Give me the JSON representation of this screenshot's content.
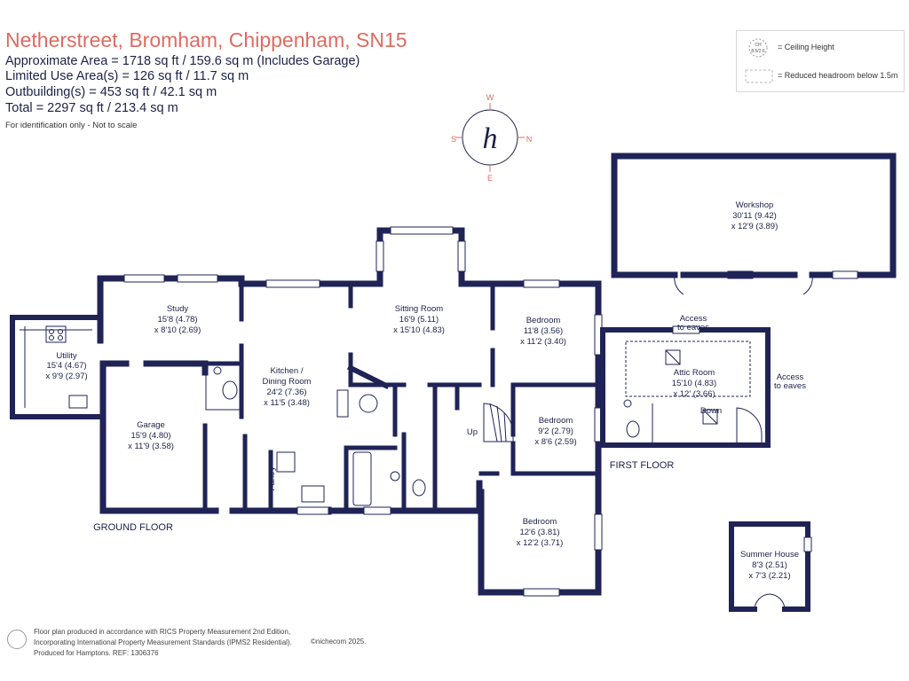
{
  "header": {
    "title": "Netherstreet, Bromham, Chippenham, SN15",
    "approx_area": "Approximate Area = 1718  sq ft / 159.6  sq m (Includes Garage)",
    "limited_use": "Limited Use Area(s) = 126  sq ft / 11.7  sq m",
    "outbuildings": "Outbuilding(s) = 453 sq ft / 42.1  sq m",
    "total": "Total = 2297 sq ft / 213.4 sq m",
    "identification": "For identification only - Not to scale"
  },
  "legend": {
    "ceiling_badge_line1": "CH",
    "ceiling_badge_line2": "8.5/2.6",
    "ceiling_label": "= Ceiling Height",
    "reduced_label": "= Reduced headroom below 1.5m"
  },
  "compass": {
    "n": "N",
    "e": "E",
    "s": "S",
    "w": "W",
    "logo": "h"
  },
  "floors": {
    "ground": "GROUND FLOOR",
    "first": "FIRST FLOOR"
  },
  "rooms": {
    "utility": {
      "name": "Utility",
      "dims1": "15'4 (4.67)",
      "dims2": "x 9'9 (2.97)"
    },
    "study": {
      "name": "Study",
      "dims1": "15'8 (4.78)",
      "dims2": "x 8'10 (2.69)"
    },
    "garage": {
      "name": "Garage",
      "dims1": "15'9 (4.80)",
      "dims2": "x 11'9 (3.58)"
    },
    "kitchen": {
      "name1": "Kitchen /",
      "name2": "Dining Room",
      "dims1": "24'2 (7.36)",
      "dims2": "x 11'5 (3.48)"
    },
    "pantry": {
      "name": "Pantry"
    },
    "sitting": {
      "name": "Sitting Room",
      "dims1": "16'9 (5.11)",
      "dims2": "x 15'10 (4.83)"
    },
    "bedroom1": {
      "name": "Bedroom",
      "dims1": "11'8 (3.56)",
      "dims2": "x 11'2 (3.40)"
    },
    "bedroom2": {
      "name": "Bedroom",
      "dims1": "9'2 (2.79)",
      "dims2": "x 8'6 (2.59)"
    },
    "bedroom3": {
      "name": "Bedroom",
      "dims1": "12'6 (3.81)",
      "dims2": "x 12'2 (3.71)"
    },
    "up": "Up",
    "workshop": {
      "name": "Workshop",
      "dims1": "30'11 (9.42)",
      "dims2": "x 12'9 (3.89)"
    },
    "attic": {
      "name": "Attic Room",
      "dims1": "15'10 (4.83)",
      "dims2": "x 12' (3.66)"
    },
    "down": "Down",
    "eaves_top1": "Access",
    "eaves_top2": "to eaves",
    "eaves_right1": "Access",
    "eaves_right2": "to eaves",
    "summer": {
      "name": "Summer House",
      "dims1": "8'3 (2.51)",
      "dims2": "x 7'3 (2.21)"
    }
  },
  "footer": {
    "line1": "Floor plan produced in accordance with RICS Property Measurement 2nd Edition,",
    "line2": "Incorporating International Property Measurement Standards (IPMS2 Residential).",
    "credit": "©nichecom 2025.",
    "line3": "Produced for Hamptons.   REF:  1306376"
  },
  "colors": {
    "wall": "#1f2356",
    "title": "#e06a60",
    "text": "#1c2147"
  }
}
